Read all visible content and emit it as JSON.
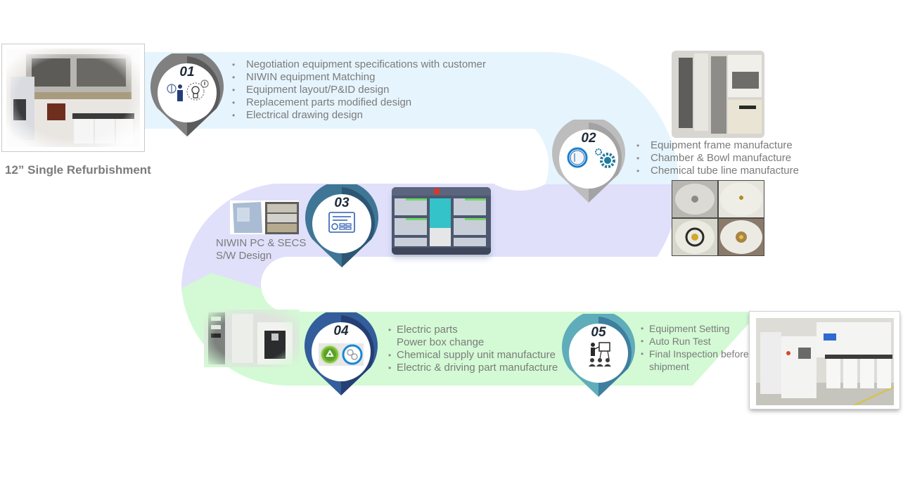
{
  "title": "12” Single Refurbishment",
  "colors": {
    "band1": "#e6f4fd",
    "band2": "#e0e0fb",
    "band3": "#d3fad4",
    "pin1": "#6b6b6b",
    "pin2": "#a9a9a9",
    "pin3": "#3a6d8d",
    "pin4": "#2e5188",
    "pin5": "#4d98ad",
    "text": "#7b7b7b"
  },
  "steps": [
    {
      "number": "01",
      "icons": [
        "person-presenting-icon",
        "lightbulb-idea-icon"
      ],
      "bullets": [
        "Negotiation equipment specifications with customer",
        "NIWIN equipment Matching",
        "Equipment layout/P&ID design",
        "Replacement parts modified design",
        "Electrical drawing design"
      ]
    },
    {
      "number": "02",
      "icons": [
        "process-circle-icon",
        "gears-icon"
      ],
      "bullets": [
        "Equipment frame manufacture",
        "Chamber & Bowl manufacture",
        "Chemical tube line manufacture"
      ]
    },
    {
      "number": "03",
      "icons": [
        "control-panel-icon"
      ],
      "caption_line1": "NIWIN PC & SECS",
      "caption_line2": "S/W Design"
    },
    {
      "number": "04",
      "icons": [
        "recycle-icon",
        "parts-gears-icon"
      ],
      "bullets": [
        "Electric parts",
        "Power box change",
        "Chemical supply unit manufacture",
        "Electric & driving part manufacture"
      ]
    },
    {
      "number": "05",
      "icons": [
        "presentation-audience-icon"
      ],
      "bullets": [
        "Equipment Setting",
        "Auto Run Test",
        "Final Inspection before",
        "shipment"
      ]
    }
  ]
}
